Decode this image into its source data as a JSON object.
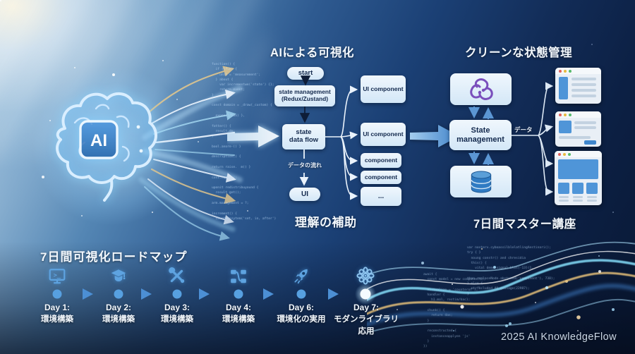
{
  "brain": {
    "chip_label": "AI"
  },
  "viz": {
    "title": "AIによる可視化",
    "caption": "理解の補助",
    "nodes": {
      "start": "start",
      "state_mgmt_l1": "state management",
      "state_mgmt_l2": "(Redux/Zustand)",
      "sdf_l1": "state",
      "sdf_l2": "data flow",
      "flow_label": "データの流れ",
      "ui": "UI"
    },
    "components": [
      "UI component",
      "UI component",
      "component",
      "component",
      "..."
    ]
  },
  "clean": {
    "title": "クリーンな状態管理",
    "state_l1": "State",
    "state_l2": "management",
    "data_label": "データ",
    "caption": "7日間マスター講座",
    "icons": [
      "redux-logo",
      "database",
      "browser-window"
    ]
  },
  "roadmap": {
    "title": "7日間可視化ロードマップ",
    "days": [
      {
        "label": "Day 1:",
        "desc": "環境構築",
        "icon": "terminal-monitor"
      },
      {
        "label": "Day 2:",
        "desc": "環境構築",
        "icon": "graduation-cap"
      },
      {
        "label": "Day 3:",
        "desc": "環境構築",
        "icon": "tools"
      },
      {
        "label": "Day 4:",
        "desc": "環境構築",
        "icon": "flow-nodes"
      },
      {
        "label": "Day 6:",
        "desc": "環境化の実用",
        "icon": "rocket"
      },
      {
        "label": "Day 7:",
        "desc": "モダンライブラリ",
        "desc2": "応用",
        "icon": "gear-flower"
      }
    ]
  },
  "colors": {
    "accent_blue": "#4a90d9",
    "redux_purple": "#7a4fbc",
    "box_light": "#ddebf9",
    "navy_text": "#13294d",
    "gold": "#e7c98c",
    "cyan": "#9fd8f5"
  },
  "decor": {
    "code_left": "function() {\n  if (true) {\n    unit = 'measurement';\n  } about {\n    var incrementwe('state') {};\n    return event;\n}\n\nconst domain = _draw(_custom) {\n\n  expoes(/tax) },\n\nfotter() {\n  result.do;\n}\n\nbool.anore-() }\n\ndescription() {\n\nreturn raise.  m() }\n\ncost.redle();\n\nuponit redistribuyound {\n  result get();\n\narm.management = ?;\n\nincrement() {\n  counterssytem('set, in, after')\n}\n\nbaseturn() {\n  uatrothausementsduO()\n  interfootused(),\n  recovery\n}",
    "code_right_a": "await {\n  const model = new component();\n\n  virtualize = 'counterof');\n  handler {\n    h1.mol, restim/bac};\n\n  chunk() {\n    return das;\n  }\n\n  reconstructed {\n    instanceapplyen 'js'\n  }\n})",
    "code_right_b": "var nosterv.cyboassilblelatlingAestinari();\ntry { }\n  noung constr() and chresidia\n  this() {\n    vital demo-signal.blot(-13](1,\n\nthan.replaceNode.abstoted('component'), 738);\n} else {\n  strfbcluded_AU_goosage(22987);\n}"
  },
  "footer": "2025 AI KnowledgeFlow"
}
